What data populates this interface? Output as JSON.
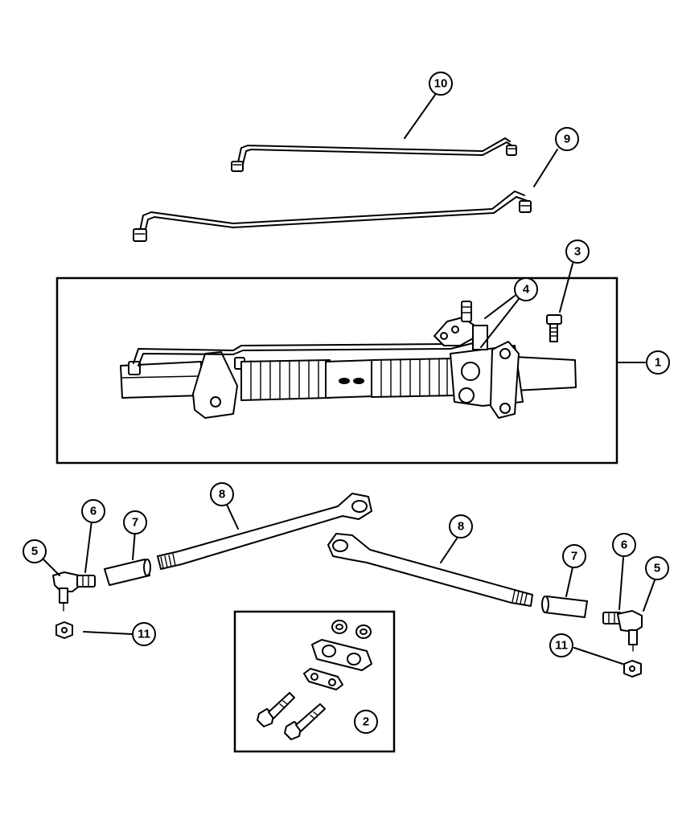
{
  "callouts": {
    "c1": "1",
    "c2": "2",
    "c3": "3",
    "c4": "4",
    "c5_left": "5",
    "c5_right": "5",
    "c6_left": "6",
    "c6_right": "6",
    "c7_left": "7",
    "c7_right": "7",
    "c8_left": "8",
    "c8_right": "8",
    "c9": "9",
    "c10": "10",
    "c11_left": "11",
    "c11_right": "11"
  }
}
